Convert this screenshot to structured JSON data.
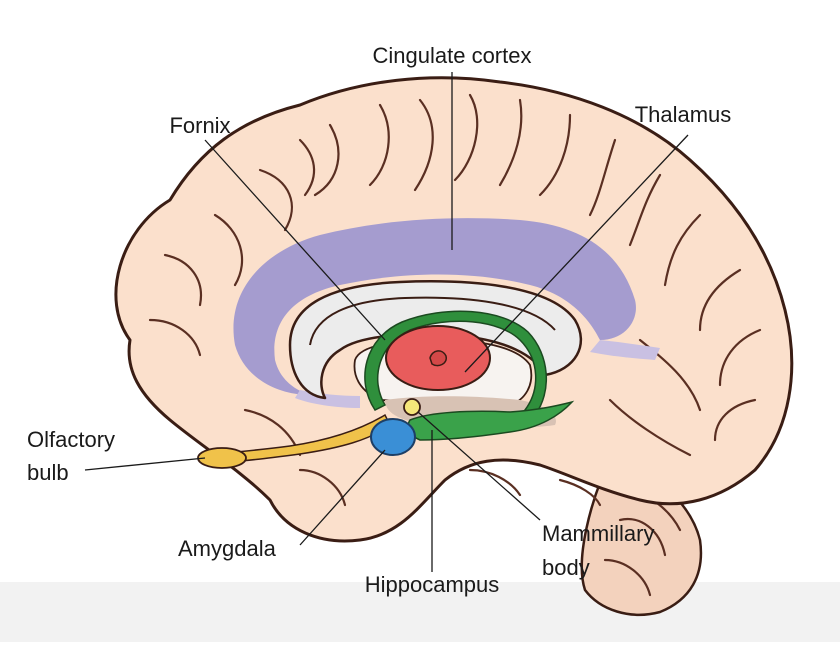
{
  "labels": {
    "cingulate_cortex": "Cingulate cortex",
    "fornix": "Fornix",
    "thalamus": "Thalamus",
    "olfactory_bulb_line1": "Olfactory",
    "olfactory_bulb_line2": "bulb",
    "amygdala": "Amygdala",
    "hippocampus": "Hippocampus",
    "mammillary_body_line1": "Mammillary",
    "mammillary_body_line2": "body"
  },
  "colors": {
    "brain": "#fbe0cc",
    "cingulate": "#a59ccf",
    "corpus_callosum": "#ebebeb",
    "thalamus": "#e85c5c",
    "fornix": "#2f8f3c",
    "hippocampus": "#3aa24a",
    "amygdala": "#3a8fd6",
    "mammillary": "#f5e67a",
    "olfactory": "#f0c24a",
    "stem": "#c9b0a0"
  }
}
